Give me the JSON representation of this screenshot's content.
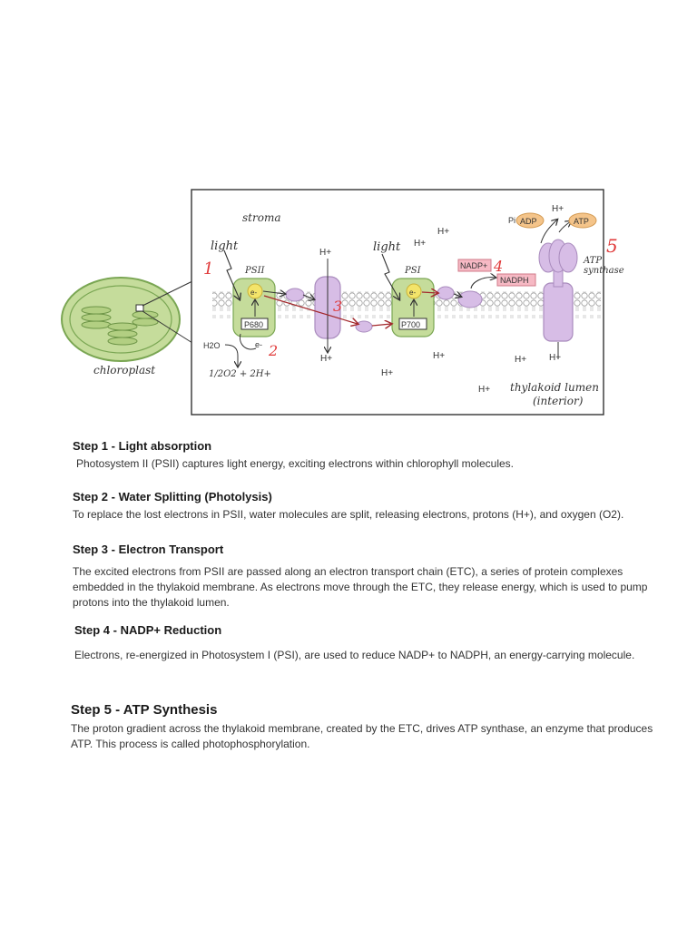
{
  "diagram": {
    "labels": {
      "stroma": "stroma",
      "light_1": "light",
      "light_2": "light",
      "psii": "PSII",
      "psi": "PSI",
      "p680": "P680",
      "p700": "P700",
      "electron": "e-",
      "electron_small": "e-",
      "electron_small_2": "e-",
      "water": "H2O",
      "water_products": "1/2O2 + 2H+",
      "h_plus": "H+",
      "pi": "Pi+",
      "adp": "ADP",
      "atp": "ATP",
      "nadp": "NADP+",
      "nadph": "NADPH",
      "atp_synthase": "ATP synthase",
      "thylakoid_lumen_1": "thylakoid lumen",
      "thylakoid_lumen_2": "(interior)",
      "chloroplast": "chloroplast"
    },
    "step_numbers": [
      "1",
      "2",
      "3",
      "4",
      "5"
    ],
    "colors": {
      "complex_green": "#c5dc9b",
      "complex_purple": "#d7bde6",
      "step_red": "#e03a3a",
      "adp_orange": "#f4c48a",
      "nadp_pink": "#f6b9c4",
      "membrane_gray": "#9a9a9a"
    }
  },
  "steps": [
    {
      "title": "Step 1 - Light absorption",
      "text": "Photosystem II (PSII) captures light energy, exciting electrons within chlorophyll molecules."
    },
    {
      "title": "Step 2 - Water Splitting (Photolysis)",
      "text": "To replace the lost electrons in PSII, water molecules are split, releasing electrons, protons (H+), and oxygen (O2)."
    },
    {
      "title": "Step 3 - Electron Transport",
      "text": "The excited electrons from PSII are passed along an electron transport chain (ETC), a series of protein complexes embedded in the thylakoid membrane. As electrons move through the ETC, they release energy, which is used to pump protons into the thylakoid lumen."
    },
    {
      "title": "Step 4 - NADP+ Reduction",
      "text": "Electrons, re-energized in Photosystem I (PSI), are used to reduce NADP+ to NADPH, an energy-carrying molecule."
    },
    {
      "title": "Step 5 - ATP Synthesis",
      "text": "The proton gradient across the thylakoid membrane, created by the ETC, drives ATP synthase, an enzyme that produces ATP. This process is called photophosphorylation."
    }
  ]
}
